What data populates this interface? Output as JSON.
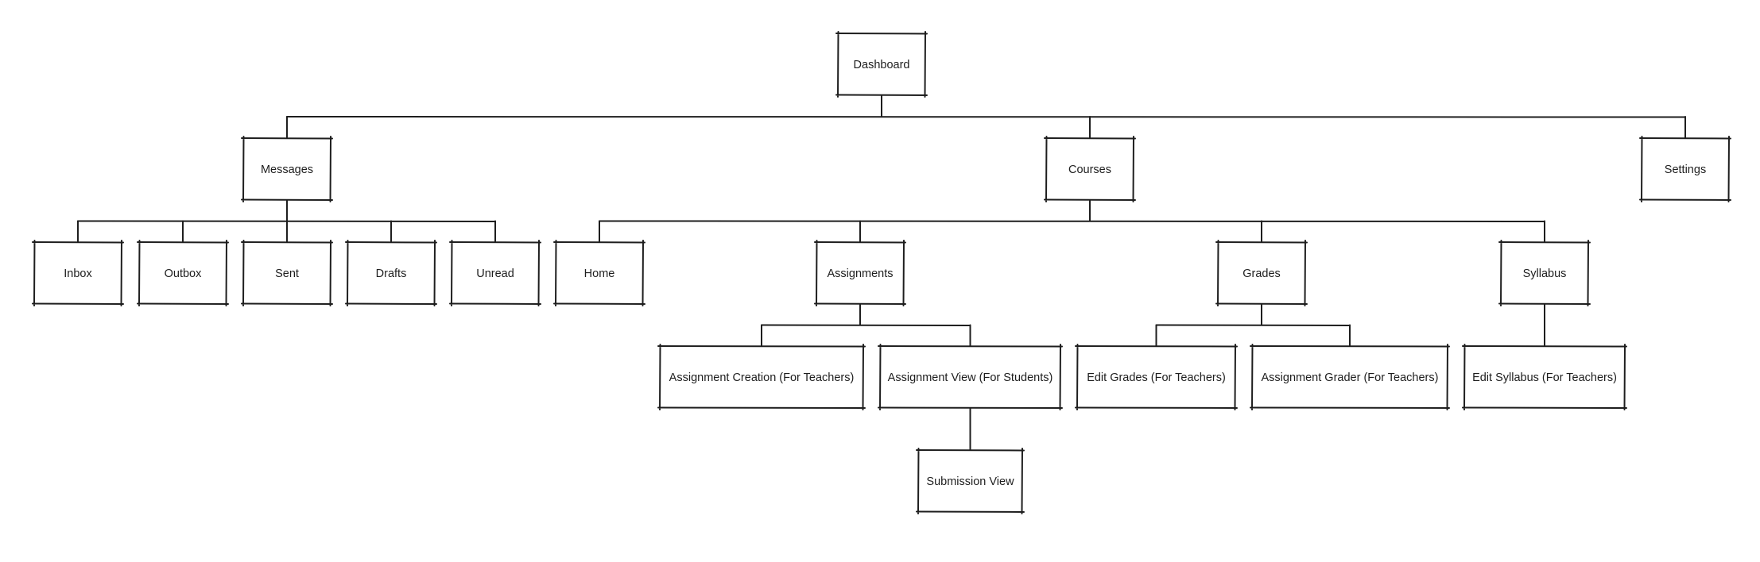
{
  "diagram": {
    "type": "sitemap-tree",
    "nodes": [
      {
        "id": "dashboard",
        "label": "Dashboard",
        "parent": null
      },
      {
        "id": "messages",
        "label": "Messages",
        "parent": "dashboard"
      },
      {
        "id": "courses",
        "label": "Courses",
        "parent": "dashboard"
      },
      {
        "id": "settings",
        "label": "Settings",
        "parent": "dashboard"
      },
      {
        "id": "inbox",
        "label": "Inbox",
        "parent": "messages"
      },
      {
        "id": "outbox",
        "label": "Outbox",
        "parent": "messages"
      },
      {
        "id": "sent",
        "label": "Sent",
        "parent": "messages"
      },
      {
        "id": "drafts",
        "label": "Drafts",
        "parent": "messages"
      },
      {
        "id": "unread",
        "label": "Unread",
        "parent": "messages"
      },
      {
        "id": "home",
        "label": "Home",
        "parent": "courses"
      },
      {
        "id": "assignments",
        "label": "Assignments",
        "parent": "courses"
      },
      {
        "id": "grades",
        "label": "Grades",
        "parent": "courses"
      },
      {
        "id": "syllabus",
        "label": "Syllabus",
        "parent": "courses"
      },
      {
        "id": "assignment-creation",
        "label": "Assignment Creation (For Teachers)",
        "parent": "assignments"
      },
      {
        "id": "assignment-view",
        "label": "Assignment View (For Students)",
        "parent": "assignments"
      },
      {
        "id": "submission-view",
        "label": "Submission View",
        "parent": "assignment-view"
      },
      {
        "id": "edit-grades",
        "label": "Edit Grades (For Teachers)",
        "parent": "grades"
      },
      {
        "id": "assignment-grader",
        "label": "Assignment Grader (For Teachers)",
        "parent": "grades"
      },
      {
        "id": "edit-syllabus",
        "label": "Edit Syllabus (For Teachers)",
        "parent": "syllabus"
      }
    ]
  }
}
